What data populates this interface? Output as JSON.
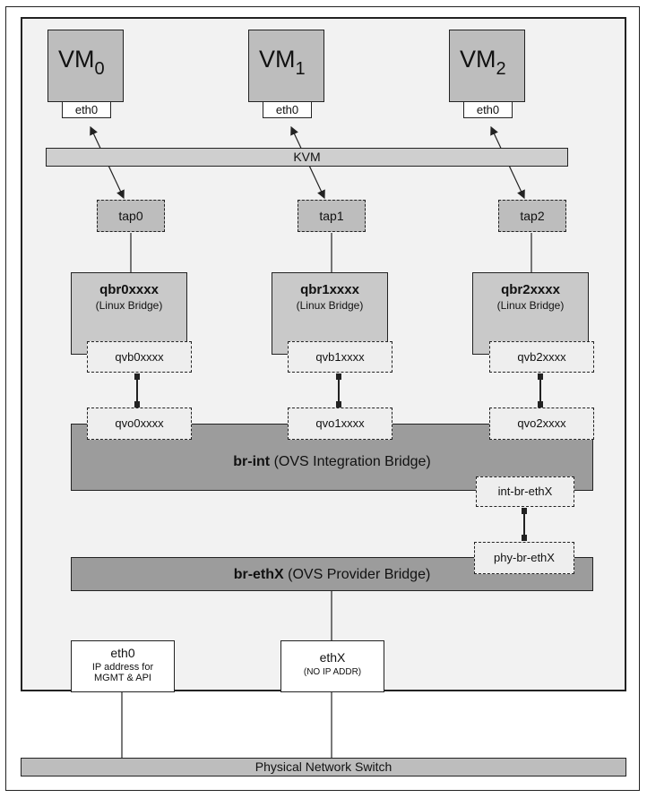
{
  "vms": [
    {
      "name": "VM",
      "index": "0",
      "nic": "eth0"
    },
    {
      "name": "VM",
      "index": "1",
      "nic": "eth0"
    },
    {
      "name": "VM",
      "index": "2",
      "nic": "eth0"
    }
  ],
  "kvm": "KVM",
  "taps": [
    "tap0",
    "tap1",
    "tap2"
  ],
  "qbrs": [
    {
      "name": "qbr0xxxx",
      "type": "(Linux Bridge)",
      "qvb": "qvb0xxxx",
      "qvo": "qvo0xxxx"
    },
    {
      "name": "qbr1xxxx",
      "type": "(Linux Bridge)",
      "qvb": "qvb1xxxx",
      "qvo": "qvo1xxxx"
    },
    {
      "name": "qbr2xxxx",
      "type": "(Linux Bridge)",
      "qvb": "qvb2xxxx",
      "qvo": "qvo2xxxx"
    }
  ],
  "br_int": {
    "name": "br-int",
    "desc": "(OVS Integration Bridge)",
    "patch_port": "int-br-ethX"
  },
  "br_ethx": {
    "name": "br-ethX",
    "desc": "(OVS Provider Bridge)",
    "patch_port": "phy-br-ethX"
  },
  "nics": {
    "eth0": {
      "name": "eth0",
      "desc_line1": "IP address for",
      "desc_line2": "MGMT & API"
    },
    "ethx": {
      "name": "ethX",
      "desc": "(NO IP ADDR)"
    }
  },
  "switch": "Physical Network Switch"
}
